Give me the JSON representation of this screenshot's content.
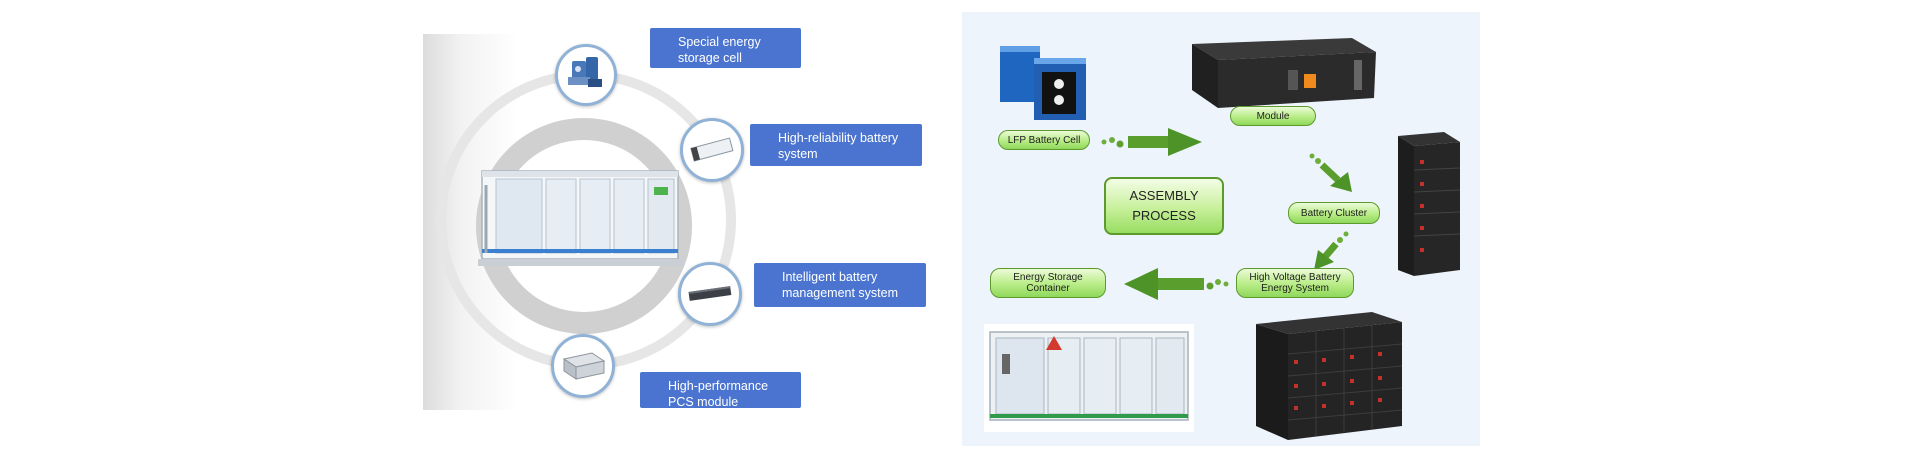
{
  "left_diagram": {
    "labels": {
      "cell": "Special energy storage cell",
      "battery_system": "High-reliability battery system",
      "bms": "Intelligent battery management system",
      "pcs": "High-performance PCS module"
    }
  },
  "right_diagram": {
    "center_title_line1": "ASSEMBLY",
    "center_title_line2": "PROCESS",
    "steps": {
      "lfp_cell": "LFP Battery Cell",
      "module": "Module",
      "battery_cluster": "Battery Cluster",
      "hv_line1": "High Voltage Battery",
      "hv_line2": "Energy System",
      "container_line1": "Energy Storage",
      "container_line2": "Container"
    }
  },
  "colors": {
    "label_blue": "#4a74cf",
    "arrow_green": "#5a9e2e",
    "pill_green": "#b8ec86",
    "panel_bg": "#edf4fb"
  },
  "icons": [
    "energy-cell-icon",
    "battery-rack-icon",
    "bms-unit-icon",
    "pcs-module-icon",
    "container-icon",
    "lfp-cell-icon",
    "module-icon",
    "cluster-icon",
    "hv-system-icon"
  ]
}
